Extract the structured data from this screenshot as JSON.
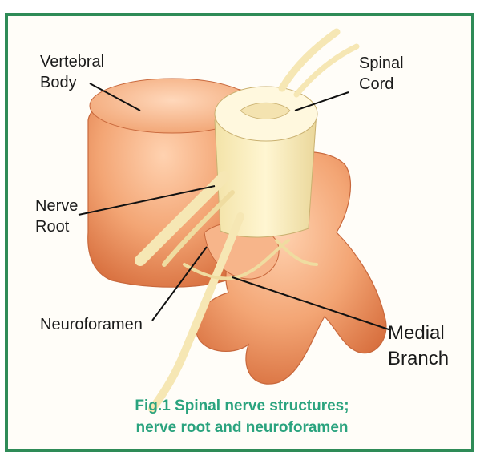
{
  "diagram": {
    "labels": {
      "vertebral_body": "Vertebral\nBody",
      "spinal_cord": "Spinal\nCord",
      "nerve_root": "Nerve\nRoot",
      "neuroforamen": "Neuroforamen",
      "medial_branch": "Medial\nBranch"
    },
    "caption": {
      "line1": "Fig.1 Spinal nerve structures;",
      "line2": "nerve root and neuroforamen"
    },
    "colors": {
      "frame": "#2e8b57",
      "bone": "#f0a878",
      "bone_shadow": "#d97a50",
      "nerve": "#fff2c4",
      "caption": "#2aa37e"
    }
  }
}
